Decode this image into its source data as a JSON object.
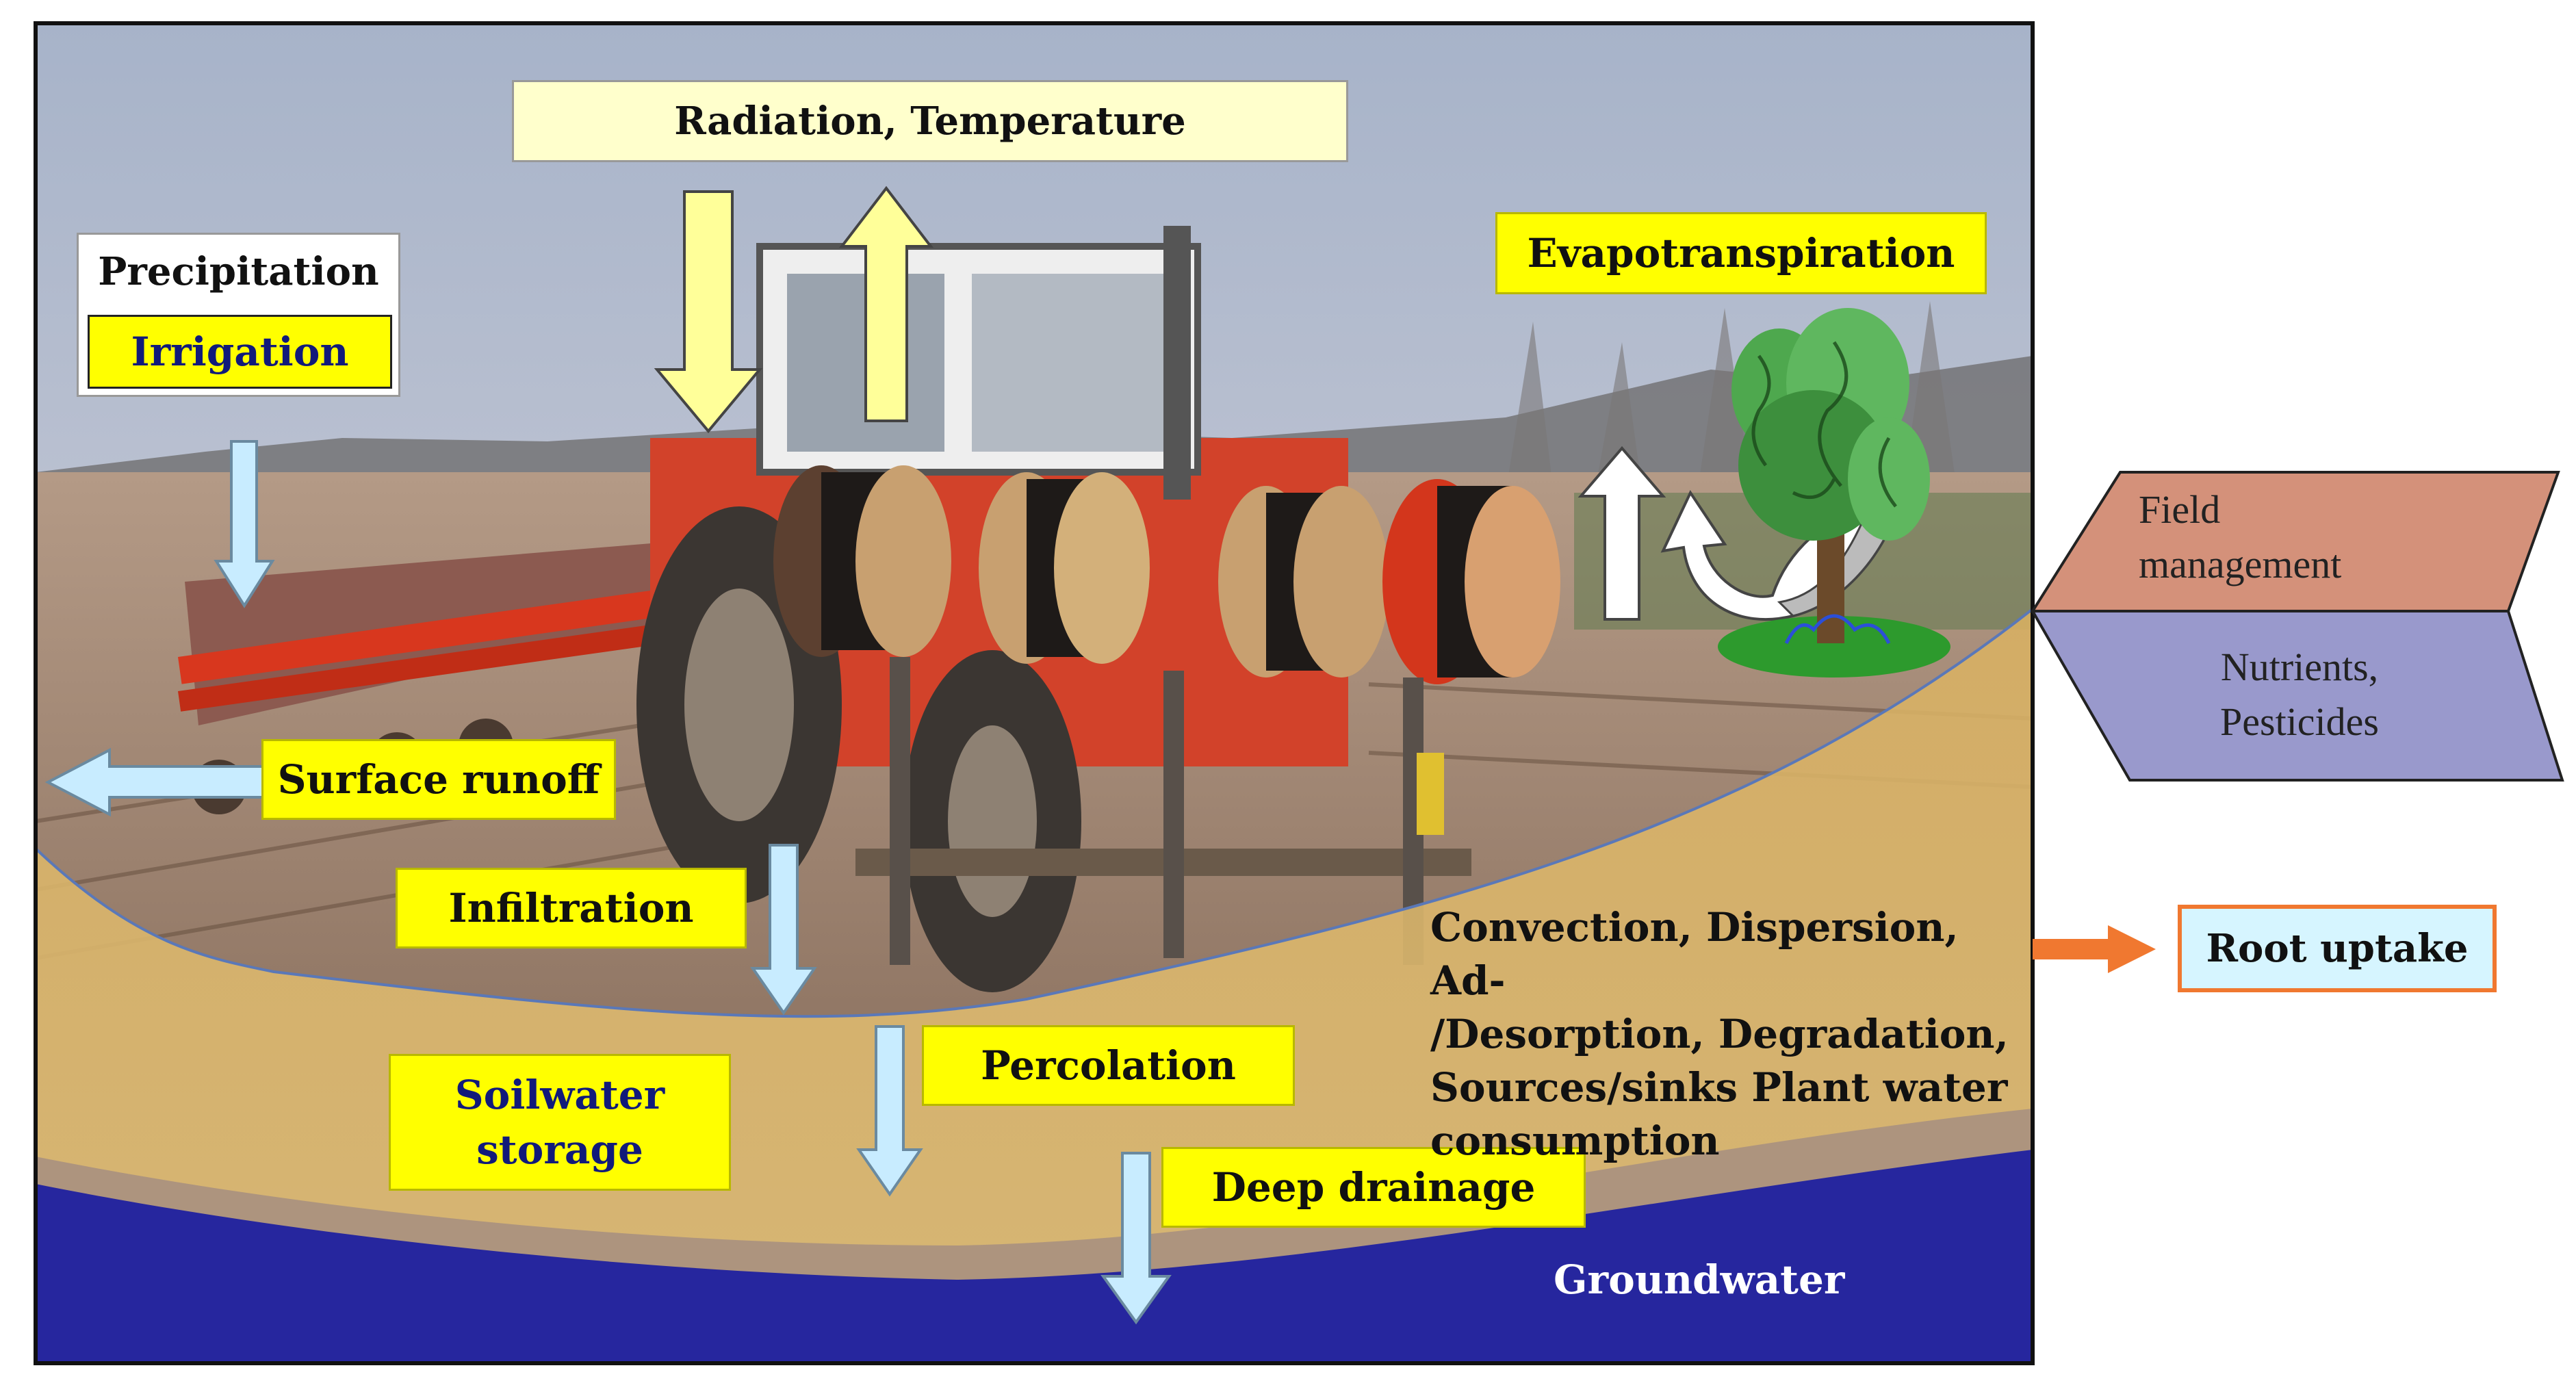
{
  "labels": {
    "radiation_temperature": "Radiation, Temperature",
    "precipitation": "Precipitation",
    "irrigation": "Irrigation",
    "evapotranspiration": "Evapotranspiration",
    "surface_runoff": "Surface runoff",
    "infiltration": "Infiltration",
    "percolation": "Percolation",
    "soilwater_storage": [
      "Soilwater",
      "storage"
    ],
    "deep_drainage": "Deep drainage",
    "groundwater": "Groundwater",
    "processes": [
      "Convection, Dispersion, Ad-",
      "/Desorption, Degradation,",
      "Sources/sinks Plant water",
      "consumption"
    ],
    "field_management": [
      "Field",
      "management"
    ],
    "nutrients_pesticides": [
      "Nutrients,",
      "Pesticides"
    ],
    "root_uptake": "Root uptake"
  },
  "colors": {
    "label_box": "#ffff00",
    "water_arrow": "#c8ecff",
    "radiation_arrow": "#ffff99",
    "soil": "#d9b266",
    "groundwater": "#26269e",
    "field_management": "#d4917a",
    "nutrients_pesticides": "#9999cc",
    "root_uptake_border": "#f07830",
    "root_uptake_arrow": "#f07830"
  },
  "icons": {
    "scene_photo": "tractor-field-photo",
    "plant": "tree-icon"
  }
}
